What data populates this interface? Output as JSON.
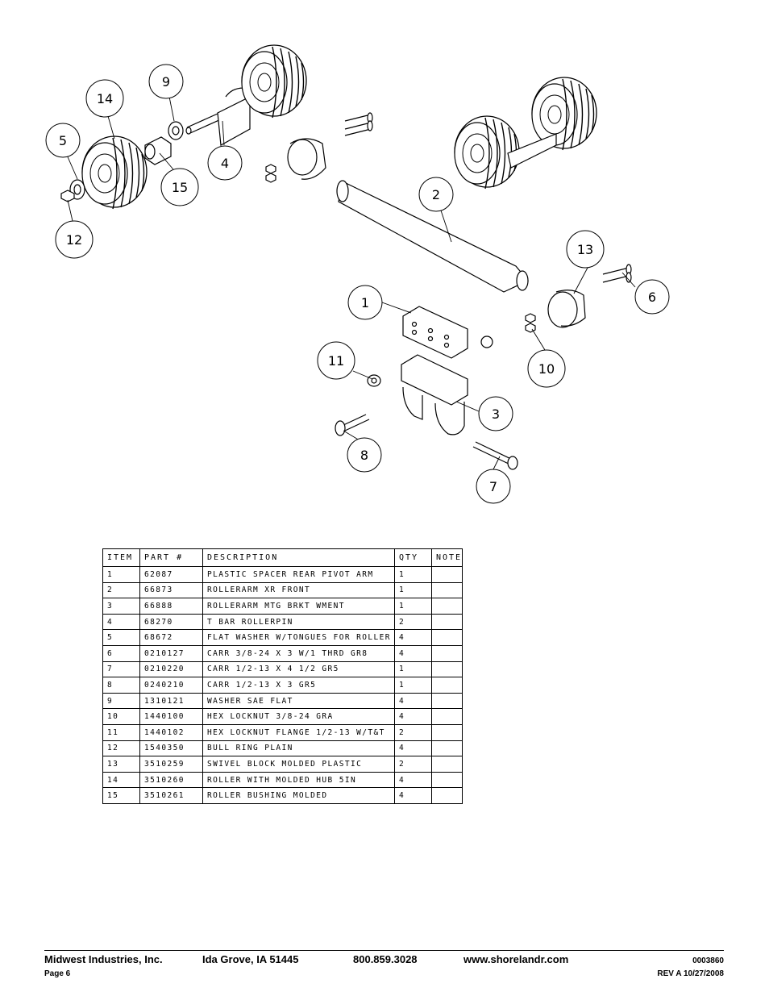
{
  "callouts": [
    "1",
    "2",
    "3",
    "4",
    "5",
    "6",
    "7",
    "8",
    "9",
    "10",
    "11",
    "12",
    "13",
    "14",
    "15"
  ],
  "table": {
    "headers": [
      "ITEM",
      "PART #",
      "DESCRIPTION",
      "QTY",
      "NOTE"
    ],
    "rows": [
      {
        "item": "1",
        "part": "62087",
        "desc": "PLASTIC SPACER REAR PIVOT ARM",
        "qty": "1",
        "note": ""
      },
      {
        "item": "2",
        "part": "66873",
        "desc": "ROLLERARM XR FRONT",
        "qty": "1",
        "note": ""
      },
      {
        "item": "3",
        "part": "66888",
        "desc": "ROLLERARM MTG BRKT WMENT",
        "qty": "1",
        "note": ""
      },
      {
        "item": "4",
        "part": "68270",
        "desc": "T BAR ROLLERPIN",
        "qty": "2",
        "note": ""
      },
      {
        "item": "5",
        "part": "68672",
        "desc": "FLAT WASHER W/TONGUES FOR ROLLER",
        "qty": "4",
        "note": ""
      },
      {
        "item": "6",
        "part": "0210127",
        "desc": "CARR 3/8-24 X 3 W/1 THRD GR8",
        "qty": "4",
        "note": ""
      },
      {
        "item": "7",
        "part": "0210220",
        "desc": "CARR 1/2-13 X 4 1/2 GR5",
        "qty": "1",
        "note": ""
      },
      {
        "item": "8",
        "part": "0240210",
        "desc": "CARR 1/2-13 X 3 GR5",
        "qty": "1",
        "note": ""
      },
      {
        "item": "9",
        "part": "1310121",
        "desc": "WASHER SAE FLAT",
        "qty": "4",
        "note": ""
      },
      {
        "item": "10",
        "part": "1440100",
        "desc": "HEX LOCKNUT 3/8-24 GRA",
        "qty": "4",
        "note": ""
      },
      {
        "item": "11",
        "part": "1440102",
        "desc": "HEX LOCKNUT FLANGE 1/2-13 W/T&T",
        "qty": "2",
        "note": ""
      },
      {
        "item": "12",
        "part": "1540350",
        "desc": "BULL RING PLAIN",
        "qty": "4",
        "note": ""
      },
      {
        "item": "13",
        "part": "3510259",
        "desc": "SWIVEL BLOCK MOLDED PLASTIC",
        "qty": "2",
        "note": ""
      },
      {
        "item": "14",
        "part": "3510260",
        "desc": "ROLLER WITH MOLDED HUB 5IN",
        "qty": "4",
        "note": ""
      },
      {
        "item": "15",
        "part": "3510261",
        "desc": "ROLLER BUSHING MOLDED",
        "qty": "4",
        "note": ""
      }
    ]
  },
  "footer": {
    "company": "Midwest Industries, Inc.",
    "city": "Ida Grove, IA  51445",
    "phone": "800.859.3028",
    "website": "www.shorelandr.com",
    "doc_number": "0003860",
    "page": "Page 6",
    "revision": "REV A  10/27/2008"
  }
}
